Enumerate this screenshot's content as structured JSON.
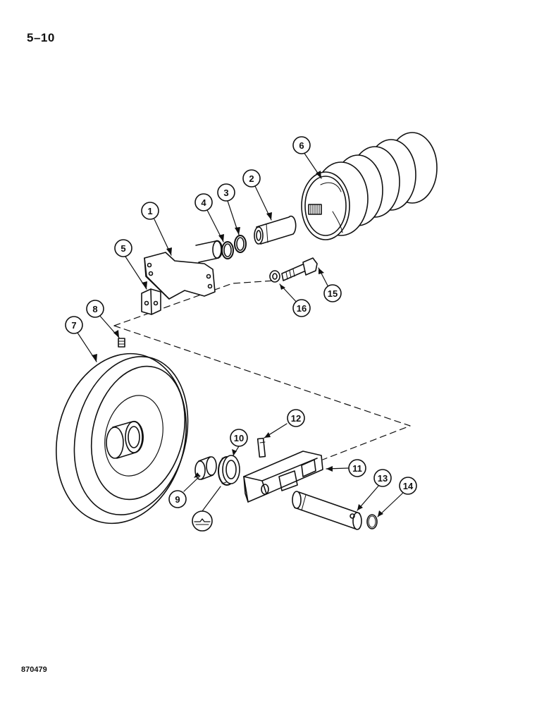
{
  "header": {
    "page_number": "5–10"
  },
  "footer": {
    "figure_code": "870479"
  },
  "callouts": {
    "c1": "1",
    "c2": "2",
    "c3": "3",
    "c4": "4",
    "c5": "5",
    "c6": "6",
    "c7": "7",
    "c8": "8",
    "c9": "9",
    "c10": "10",
    "c11": "11",
    "c12": "12",
    "c13": "13",
    "c14": "14",
    "c15": "15",
    "c16": "16"
  },
  "colors": {
    "ink": "#111111",
    "paper": "#ffffff"
  }
}
